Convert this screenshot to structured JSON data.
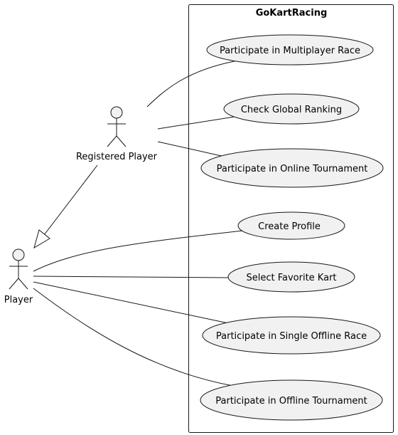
{
  "system": {
    "title": "GoKartRacing"
  },
  "actors": {
    "registered": {
      "label": "Registered Player"
    },
    "player": {
      "label": "Player"
    }
  },
  "use_cases": {
    "multiplayer_race": "Participate in Multiplayer Race",
    "global_ranking": "Check Global Ranking",
    "online_tournament": "Participate in Online Tournament",
    "create_profile": "Create Profile",
    "favorite_kart": "Select Favorite Kart",
    "single_offline_race": "Participate in Single Offline Race",
    "offline_tournament": "Participate in Offline Tournament"
  },
  "colors": {
    "usecase_fill": "#f1f1f1",
    "line": "#181818",
    "background": "#ffffff"
  }
}
